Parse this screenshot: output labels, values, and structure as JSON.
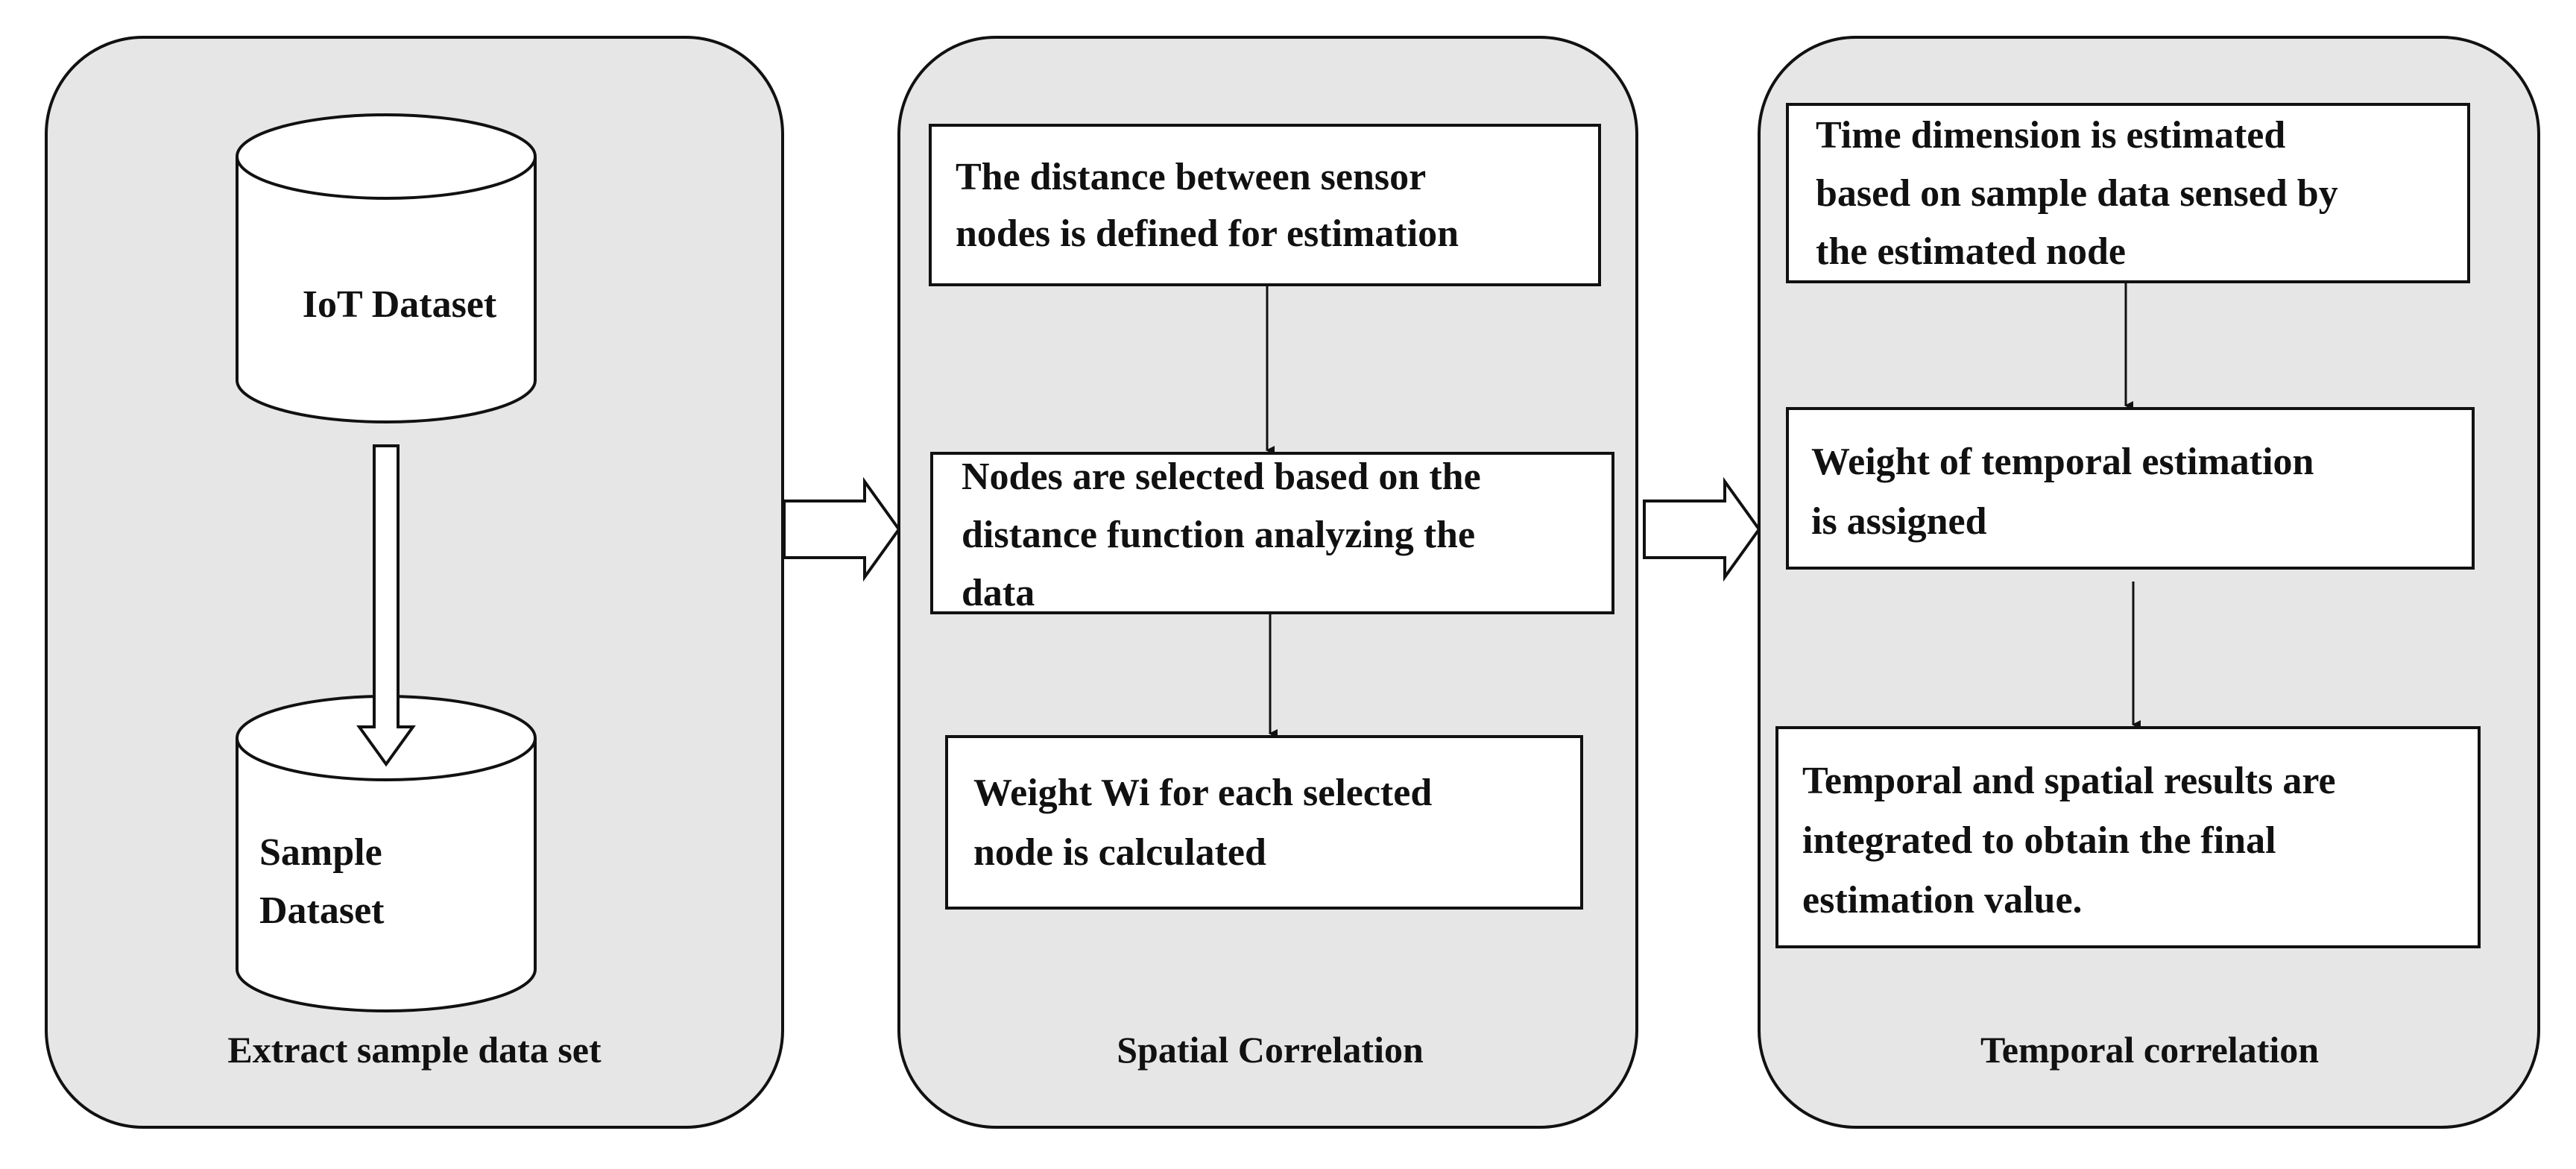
{
  "colors": {
    "panel_fill": "#e6e6e6",
    "box_fill": "#ffffff",
    "stroke": "#111111"
  },
  "panels": {
    "extract": {
      "title": "Extract sample data set",
      "iot_dataset": "IoT Dataset",
      "sample_dataset_line1": "Sample",
      "sample_dataset_line2": "Dataset"
    },
    "spatial": {
      "title": "Spatial Correlation",
      "box1": [
        "The distance between sensor",
        "nodes is defined for estimation"
      ],
      "box2": [
        "Nodes are selected based on the",
        "distance function analyzing the",
        "data"
      ],
      "box3": [
        "Weight Wi for each selected",
        "node is calculated"
      ]
    },
    "temporal": {
      "title": "Temporal correlation",
      "box1": [
        "Time dimension is estimated",
        "based on sample data sensed by",
        "the estimated node"
      ],
      "box2": [
        "Weight of temporal estimation",
        "is assigned"
      ],
      "box3": [
        "Temporal and spatial results are",
        "integrated to obtain the final",
        "estimation value."
      ]
    }
  }
}
